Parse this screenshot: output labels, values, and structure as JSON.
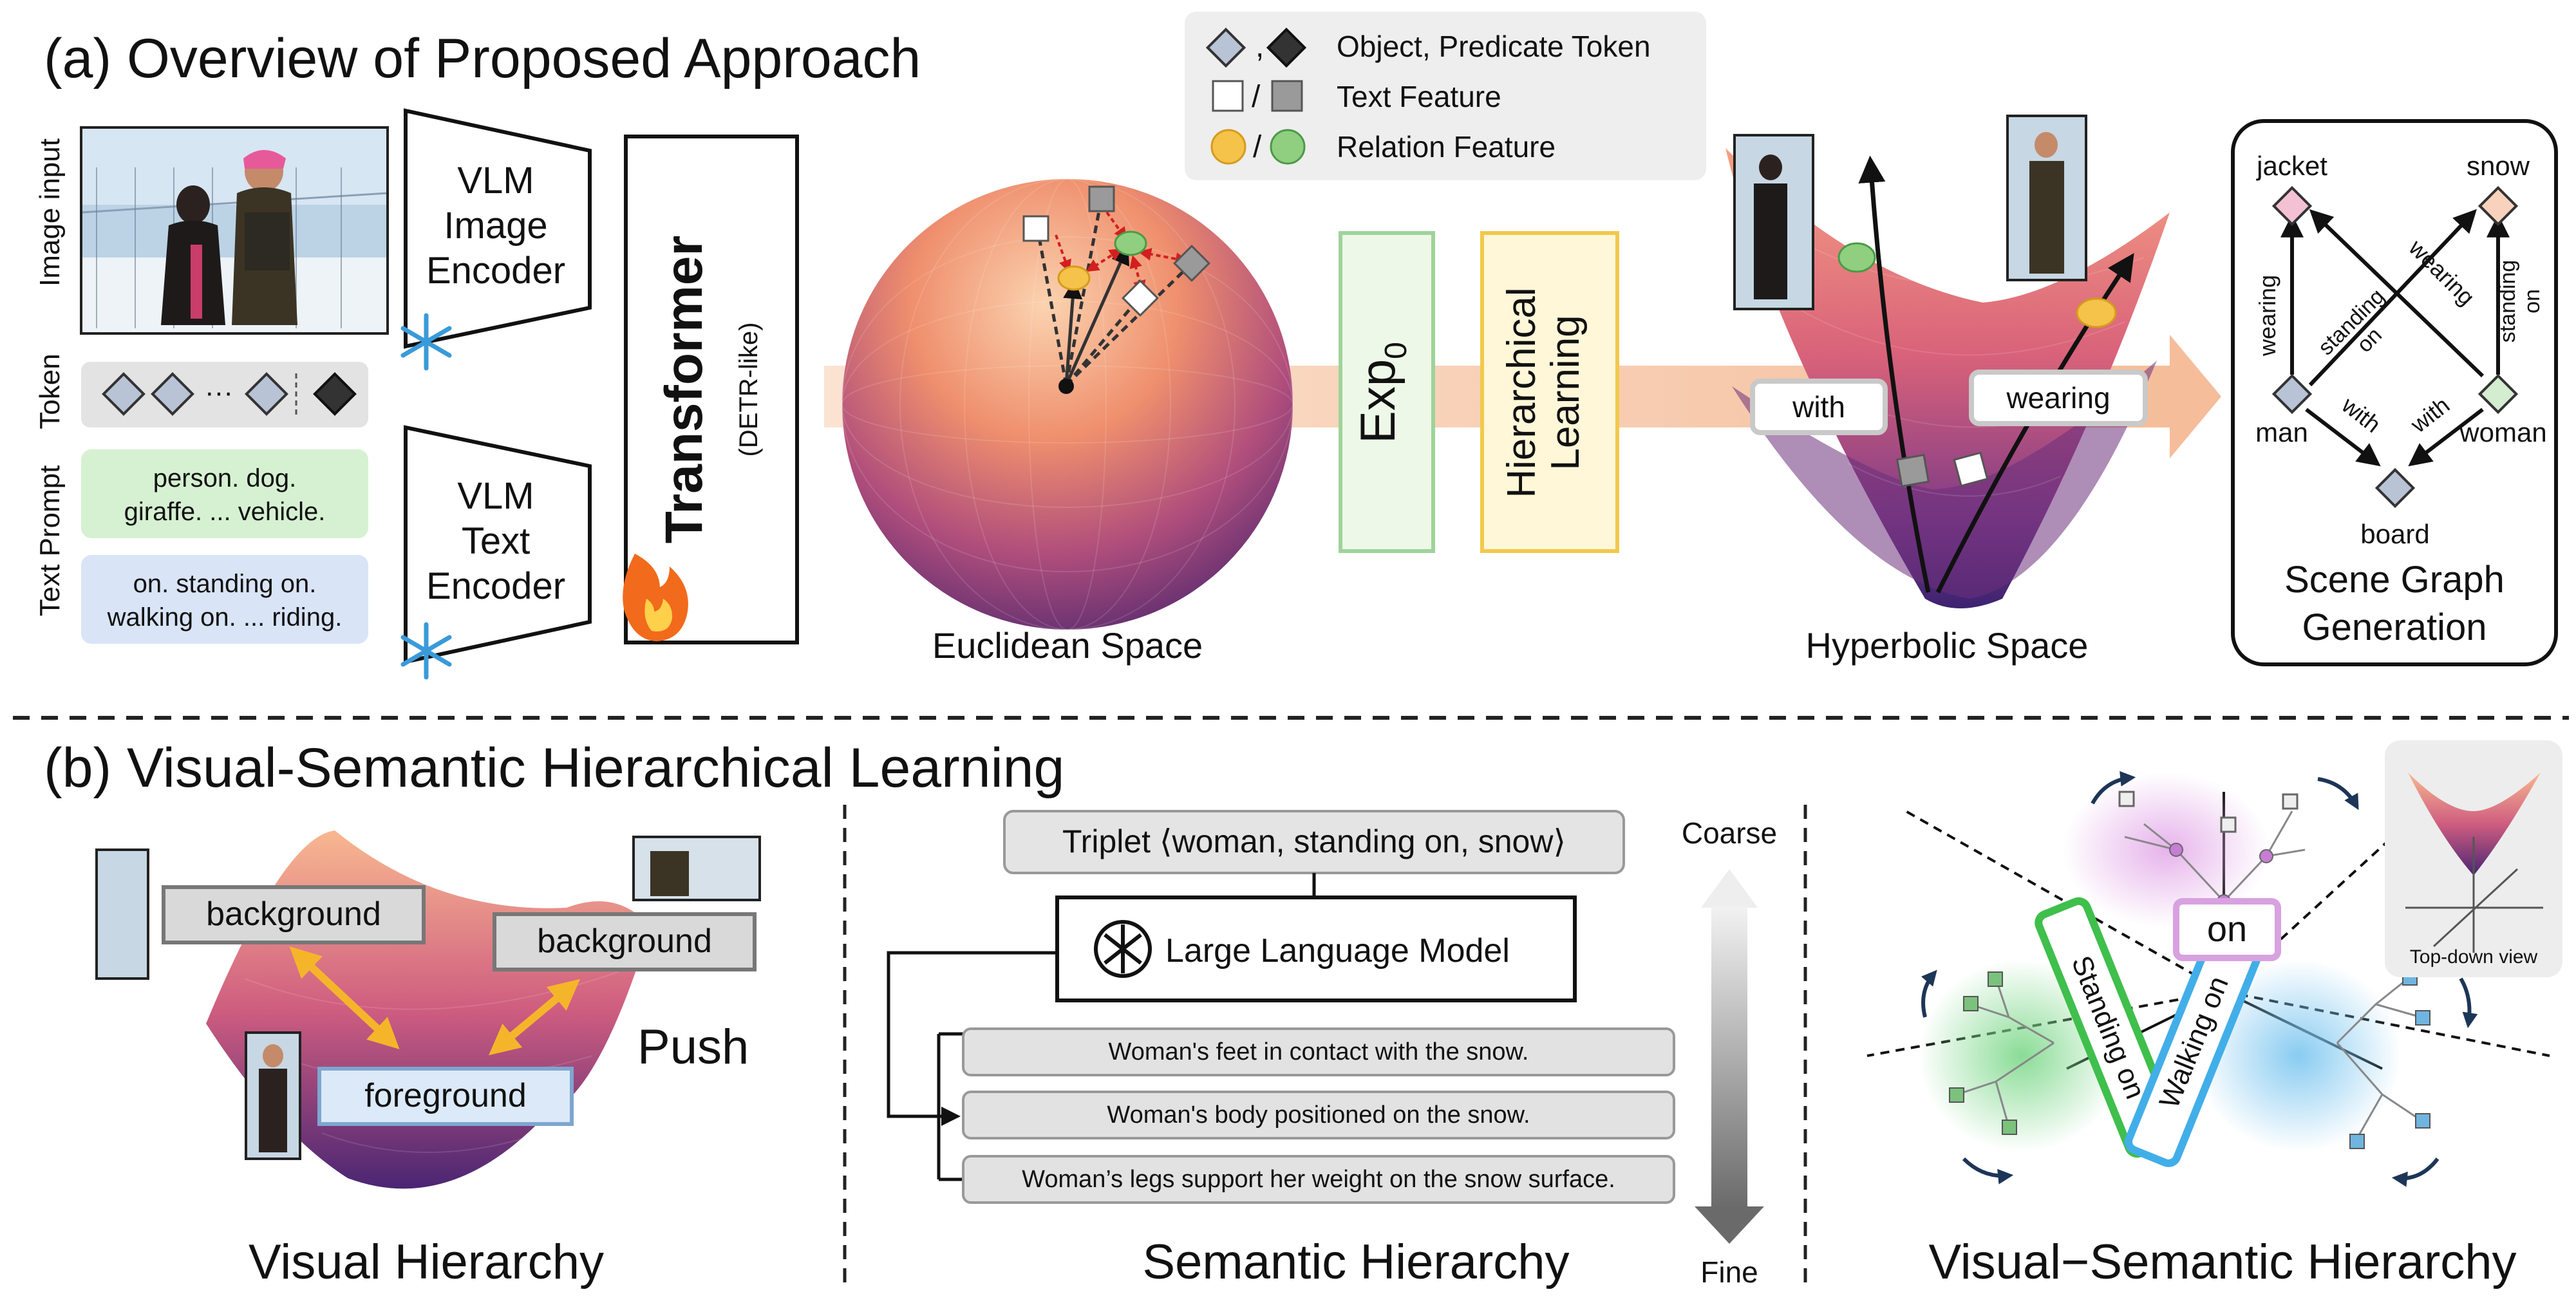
{
  "section_a": {
    "title": "(a) Overview of Proposed Approach",
    "side_labels": {
      "image_input": "Image input",
      "token": "Token",
      "text_prompt": "Text Prompt"
    },
    "token_ellipsis": "···",
    "object_prompt": [
      "person. dog.",
      "giraffe. ... vehicle."
    ],
    "predicate_prompt": [
      "on. standing on.",
      "walking on. ... riding."
    ],
    "image_encoder": [
      "VLM",
      "Image",
      "Encoder"
    ],
    "text_encoder": [
      "VLM",
      "Text",
      "Encoder"
    ],
    "transformer": "Transformer",
    "transformer_sub": "(DETR-like)",
    "legend": [
      {
        "symbol": ",",
        "text": "Object, Predicate Token"
      },
      {
        "symbol": "/",
        "text": "Text Feature"
      },
      {
        "symbol": "/",
        "text": "Relation Feature"
      }
    ],
    "euclidean_label": "Euclidean Space",
    "exp_label": "Exp",
    "exp_sub": "0",
    "hier_learning": [
      "Hierarchical",
      "Learning"
    ],
    "hyperbolic_label": "Hyperbolic Space",
    "hyp_tags": {
      "with": "with",
      "wearing": "wearing"
    },
    "scene_graph": {
      "nodes": {
        "jacket": "jacket",
        "snow": "snow",
        "man": "man",
        "woman": "woman",
        "board": "board"
      },
      "edges": {
        "wearing_left": "wearing",
        "wearing_right": "wearing",
        "standing_on_center": [
          "standing",
          "on"
        ],
        "standing_on_right": [
          "standing",
          "on"
        ],
        "with_left": "with",
        "with_right": "with"
      },
      "caption": [
        "Scene Graph",
        "Generation"
      ]
    },
    "colors": {
      "object_token": "#b9c3d6",
      "predicate_token": "#333333",
      "text_feature_white": "#ffffff",
      "text_feature_gray": "#9a9a9a",
      "relation_yellow": "#f5c24a",
      "relation_green": "#8fcf7f",
      "object_prompt_bg": "#d6f1d2",
      "predicate_prompt_bg": "#d9e4f6",
      "exp_border": "#9fd39a",
      "hier_border": "#f2c94c",
      "flow_arrow": "#f7c8a8"
    }
  },
  "section_b": {
    "title": "(b) Visual-Semantic Hierarchical Learning",
    "visual": {
      "background_left": "background",
      "background_right": "background",
      "foreground": "foreground",
      "push": "Push",
      "caption": "Visual Hierarchy"
    },
    "semantic": {
      "triplet": "Triplet ⟨woman, standing on, snow⟩",
      "llm": "Large Language Model",
      "descriptions": [
        "Woman's feet in contact with the snow.",
        "Woman's body positioned on the snow.",
        "Woman’s legs support her weight on the snow surface."
      ],
      "coarse": "Coarse",
      "fine": "Fine",
      "caption": "Semantic Hierarchy"
    },
    "vs": {
      "on": "on",
      "standing_on": "Standing on",
      "walking_on": "Walking on",
      "topdown": "Top-down view",
      "caption": "Visual−Semantic Hierarchy"
    }
  }
}
